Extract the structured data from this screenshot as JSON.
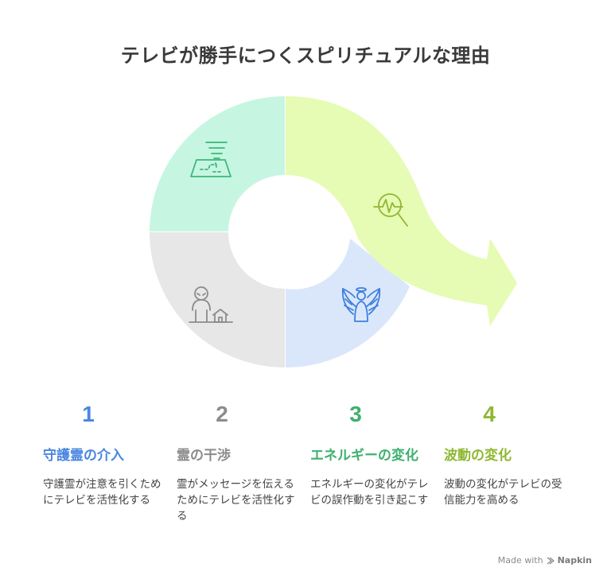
{
  "title": "テレビが勝手につくスピリチュアルな理由",
  "colors": {
    "segment_1": "#c6f6e2",
    "segment_2": "#e7e7e7",
    "segment_3": "#dae7fb",
    "segment_4": "#e6fbb4",
    "icon_1": "#3bb878",
    "icon_2": "#8c8c8c",
    "icon_3": "#3f7fe0",
    "icon_4": "#8fb832",
    "num_1": "#4a86e0",
    "num_2": "#8c8c8c",
    "num_3": "#3fb06f",
    "num_4": "#8fb832"
  },
  "segment_icons": [
    "tornado-map-icon",
    "person-house-icon",
    "angel-icon",
    "waveform-magnifier-icon"
  ],
  "steps": [
    {
      "number": "1",
      "heading": "守護霊の介入",
      "description": "守護霊が注意を引くためにテレビを活性化する"
    },
    {
      "number": "2",
      "heading": "霊の干渉",
      "description": "霊がメッセージを伝えるためにテレビを活性化する"
    },
    {
      "number": "3",
      "heading": "エネルギーの変化",
      "description": "エネルギーの変化がテレビの誤作動を引き起こす"
    },
    {
      "number": "4",
      "heading": "波動の変化",
      "description": "波動の変化がテレビの受信能力を高める"
    }
  ],
  "watermark": {
    "prefix": "Made with",
    "brand": "Napkin"
  }
}
